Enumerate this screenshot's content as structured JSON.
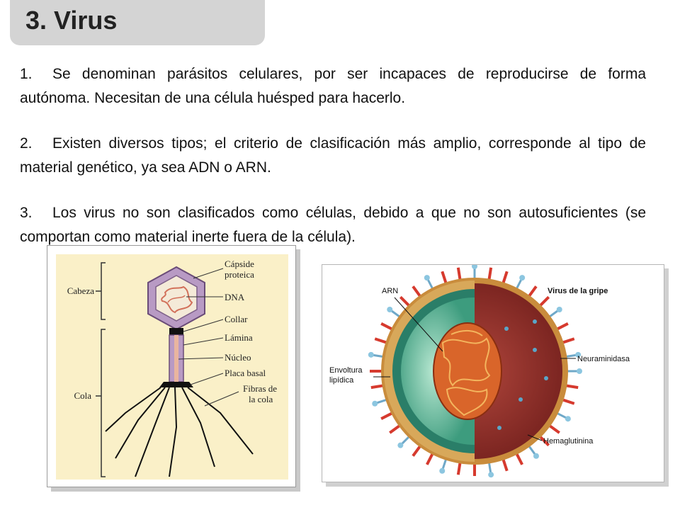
{
  "title": "3. Virus",
  "paragraphs": [
    {
      "num": "1.",
      "text": "Se denominan parásitos celulares, por ser incapaces de reproducirse de forma autónoma. Necesitan de una célula huésped para hacerlo."
    },
    {
      "num": "2.",
      "text": "Existen diversos tipos; el criterio de clasificación más amplio, corresponde al tipo de material genético, ya sea ADN o ARN."
    },
    {
      "num": "3.",
      "text": "Los virus no son clasificados como células, debido a que no son autosuficientes (se comportan como material inerte fuera de la célula)."
    }
  ],
  "bacteriophage": {
    "labels": {
      "capside": "Cápside",
      "proteica": "proteica",
      "dna": "DNA",
      "collar": "Collar",
      "lamina": "Lámina",
      "nucleo": "Núcleo",
      "placa_basal": "Placa basal",
      "fibras": "Fibras de",
      "la_cola": "la cola",
      "cabeza": "Cabeza",
      "cola": "Cola"
    }
  },
  "influenza": {
    "title": "Virus de la gripe",
    "labels": {
      "arn": "ARN",
      "envoltura": "Envoltura",
      "lipidica": "lipídica",
      "neuraminidasa": "Neuraminidasa",
      "hemaglutinina": "Hemaglutinina"
    }
  }
}
